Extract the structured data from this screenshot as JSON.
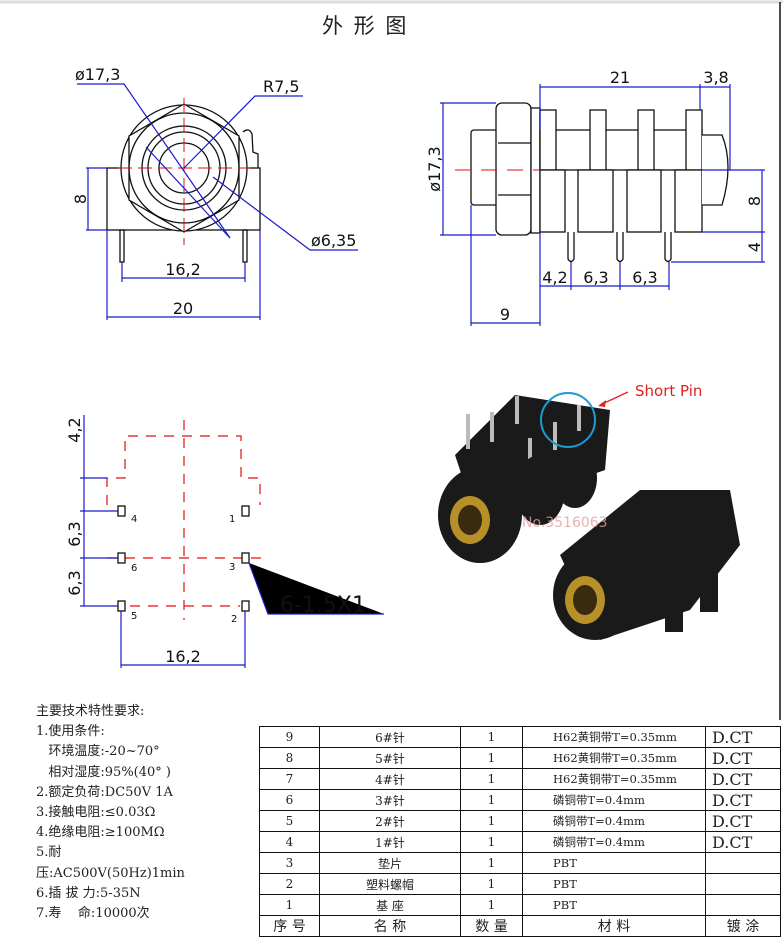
{
  "title": "外 形 图",
  "front_view": {
    "dims": [
      "ø17,3",
      "R7,5",
      "ø6,35",
      "8",
      "16,2",
      "20"
    ]
  },
  "side_view": {
    "dims": [
      "21",
      "3,8",
      "ø17,3",
      "8",
      "4",
      "4,2",
      "6,3",
      "6,3",
      "9"
    ]
  },
  "footprint": {
    "dims": [
      "4,2",
      "6,3",
      "6,3",
      "16,2"
    ],
    "pad_spec": "6-1.5X1",
    "pins": [
      "4",
      "1",
      "6",
      "3",
      "5",
      "2"
    ]
  },
  "photo": {
    "callout": "Short Pin",
    "watermark": "No.3516063"
  },
  "specs": {
    "heading": "主要技术特性要求:",
    "lines": [
      "1.使用条件:",
      "   环境温度:-20~70°",
      "   相对湿度:95%(40° )",
      "2.额定负荷:DC50V 1A",
      "3.接触电阻:≤0.03Ω",
      "4.绝缘电阻:≥100MΩ",
      "5.耐",
      "压:AC500V(50Hz)1min",
      "6.插 拔 力:5-35N",
      "7.寿    命:10000次"
    ]
  },
  "bom": {
    "rows": [
      {
        "no": "9",
        "name": "6#针",
        "qty": "1",
        "material": "H62黄铜带T=0.35mm",
        "plating": "D.CT"
      },
      {
        "no": "8",
        "name": "5#针",
        "qty": "1",
        "material": "H62黄铜带T=0.35mm",
        "plating": "D.CT"
      },
      {
        "no": "7",
        "name": "4#针",
        "qty": "1",
        "material": "H62黄铜带T=0.35mm",
        "plating": "D.CT"
      },
      {
        "no": "6",
        "name": "3#针",
        "qty": "1",
        "material": "磷铜带T=0.4mm",
        "plating": "D.CT"
      },
      {
        "no": "5",
        "name": "2#针",
        "qty": "1",
        "material": "磷铜带T=0.4mm",
        "plating": "D.CT"
      },
      {
        "no": "4",
        "name": "1#针",
        "qty": "1",
        "material": "磷铜带T=0.4mm",
        "plating": "D.CT"
      },
      {
        "no": "3",
        "name": "垫片",
        "qty": "1",
        "material": "PBT",
        "plating": ""
      },
      {
        "no": "2",
        "name": "塑料螺帽",
        "qty": "1",
        "material": "PBT",
        "plating": ""
      },
      {
        "no": "1",
        "name": "基  座",
        "qty": "1",
        "material": "PBT",
        "plating": ""
      }
    ],
    "header": {
      "no": "序 号",
      "name": "名  称",
      "qty": "数 量",
      "material": "材  料",
      "plating": "镀  涂"
    }
  },
  "colors": {
    "dimension": "#1a1acc",
    "centerline": "#e01010",
    "outline": "#111111",
    "callout": "#e02020",
    "highlight": "#1a9bd6"
  }
}
